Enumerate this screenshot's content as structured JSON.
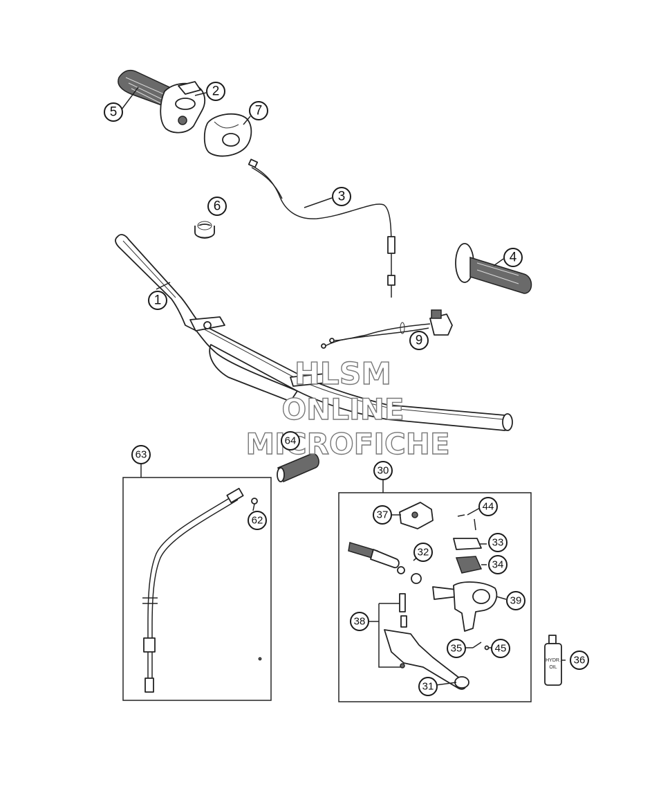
{
  "watermark": {
    "line1": "HLSM",
    "line2": "ONLINE",
    "line3": "MICROFICHE"
  },
  "callouts": {
    "c1": "1",
    "c2": "2",
    "c3": "3",
    "c4": "4",
    "c5": "5",
    "c6": "6",
    "c7": "7",
    "c9": "9",
    "c30": "30",
    "c31": "31",
    "c32": "32",
    "c33": "33",
    "c34": "34",
    "c35": "35",
    "c36": "36",
    "c37": "37",
    "c38": "38",
    "c39": "39",
    "c44": "44",
    "c45": "45",
    "c62": "62",
    "c63": "63",
    "c64": "64"
  },
  "oil_bottle": {
    "label_line1": "HYDR.",
    "label_line2": "OIL"
  },
  "colors": {
    "ink": "#222222",
    "watermark_stroke": "#777777",
    "background": "#ffffff"
  }
}
